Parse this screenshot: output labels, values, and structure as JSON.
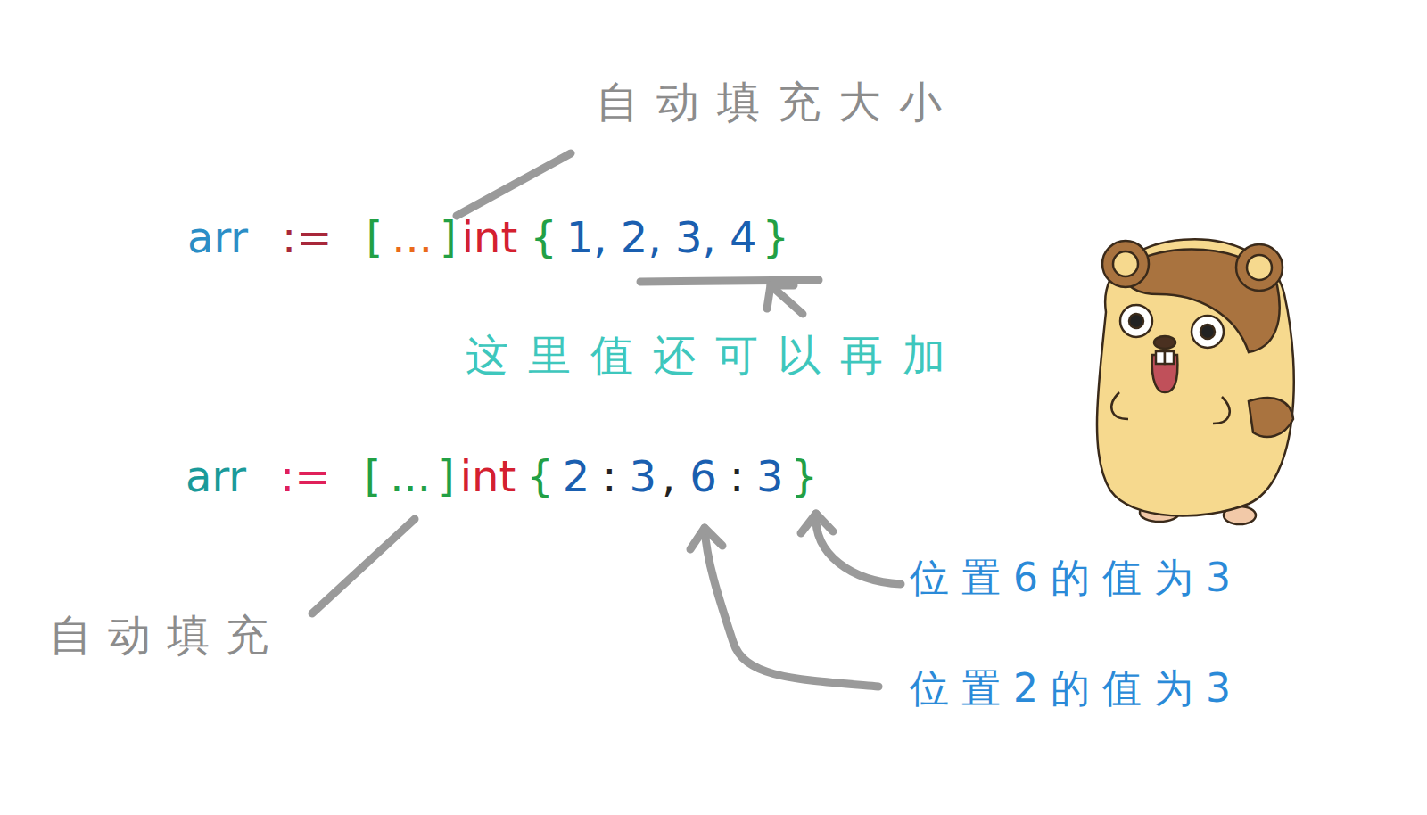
{
  "diagram": {
    "labels": [
      "自动填充大小",
      "arr",
      ":=",
      "[",
      "...",
      "]",
      "int",
      "{",
      "1, 2, 3, 4",
      "}",
      "这里值还可以再加",
      "arr",
      ":=",
      "[",
      "...",
      "]",
      "int",
      "{",
      "2",
      ":",
      "3",
      ",",
      "6",
      ":",
      "3",
      "}",
      "位置6的值为3",
      "自动填充",
      "位置2的值为3"
    ]
  }
}
